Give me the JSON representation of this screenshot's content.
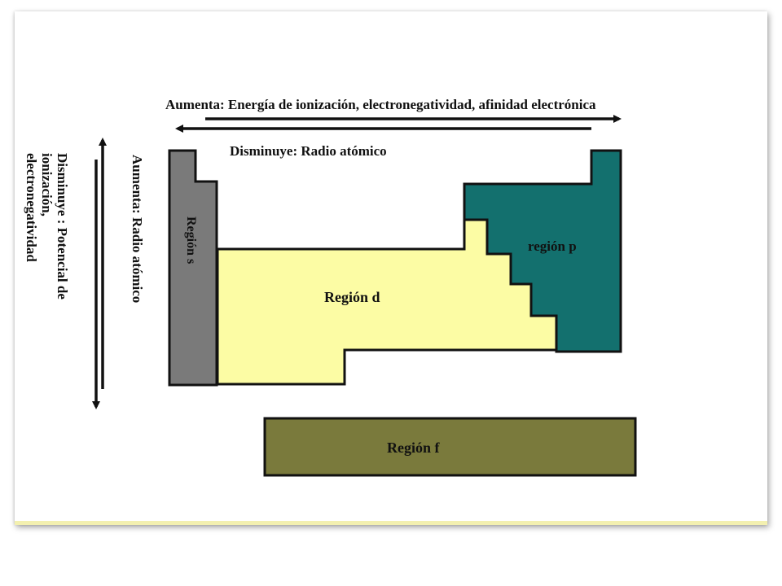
{
  "horizontal": {
    "top_label": "Aumenta: Energía de ionización, electronegatividad, afinidad electrónica",
    "bottom_label": "Disminuye: Radio atómico"
  },
  "vertical": {
    "inner_label": "Aumenta: Radio atómico",
    "outer_label_lines": [
      "Disminuye : Potencial de",
      "ionización,",
      "electronegatividad"
    ]
  },
  "regions": {
    "s": "Región s",
    "p": "región p",
    "d": "Región d",
    "f": "Región f"
  },
  "colors": {
    "s": "#7a7a7a",
    "p": "#13706e",
    "d": "#fcfca4",
    "f": "#7a7a3c",
    "p_label": "#e8e86a",
    "s_label": "#ecec58",
    "f_label": "#f6f2a0",
    "outline": "#111111"
  }
}
